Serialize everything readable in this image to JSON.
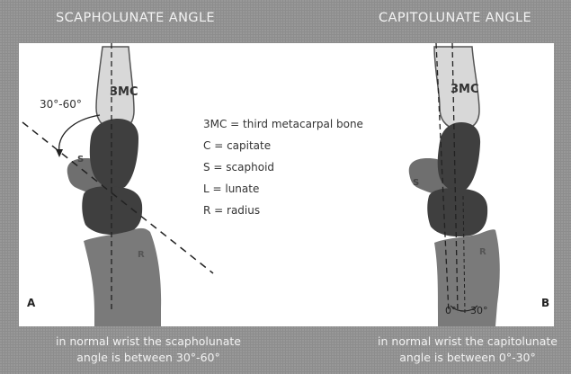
{
  "headers": {
    "left": "SCAPHOLUNATE ANGLE",
    "right": "CAPITOLUNATE ANGLE"
  },
  "legend": [
    "3MC = third metacarpal bone",
    "C = capitate",
    "S = scaphoid",
    "L = lunate",
    "R = radius"
  ],
  "bone_labels": {
    "third_metacarpal": "3MC",
    "scaphoid": "S",
    "radius": "R"
  },
  "angles": {
    "scapholunate_range": "30°-60°",
    "capitolunate_low": "0°",
    "capitolunate_high": "30°"
  },
  "panel_labels": {
    "left": "A",
    "right": "B"
  },
  "captions": {
    "left": [
      "in normal wrist the scapholunate",
      "angle is between 30°-60°"
    ],
    "right": [
      "in normal wrist the capitolunate",
      "angle is between 0°-30°"
    ]
  },
  "colors": {
    "frame": "#8d8d8d",
    "panel": "#ffffff",
    "metacarpal_fill": "#d8d8d8",
    "carpal_dark": "#3f3f3f",
    "scaphoid": "#6f6f6f",
    "radius": "#7a7a7a",
    "text_light": "#f2f2f2"
  }
}
